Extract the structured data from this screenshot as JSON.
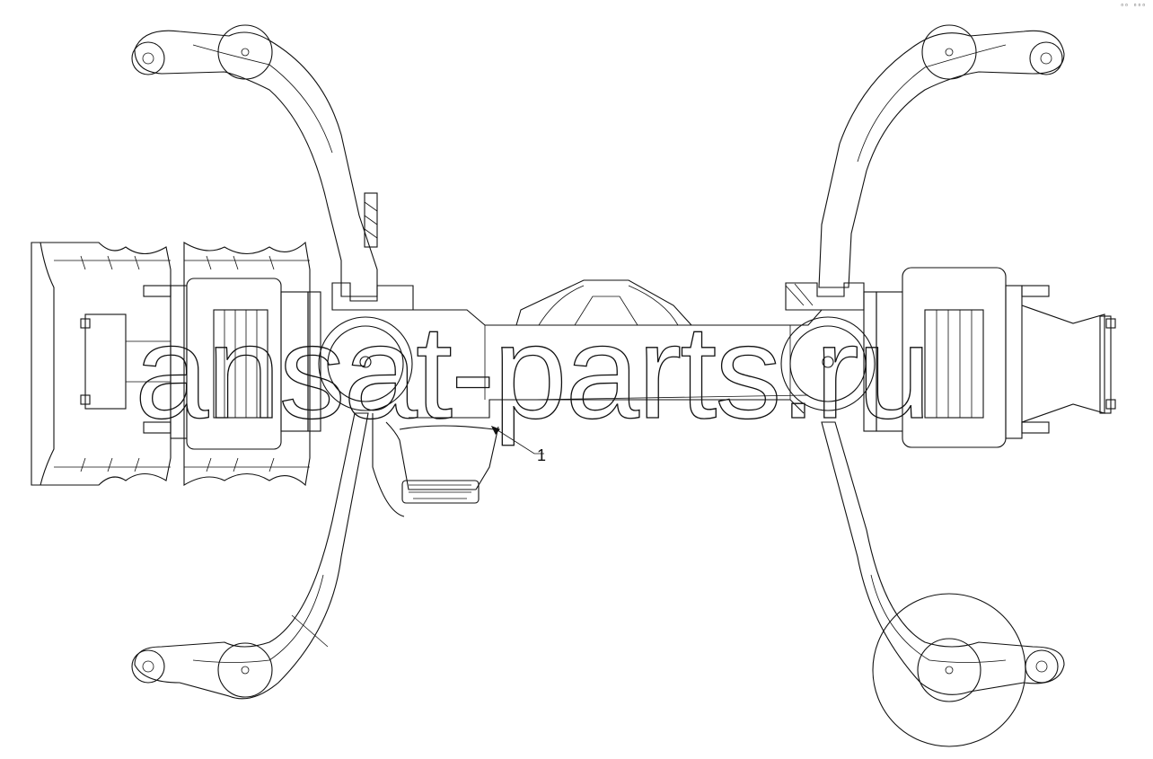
{
  "diagram": {
    "callouts": [
      {
        "id": "1",
        "label": "1"
      }
    ],
    "watermark": "ansat-parts.ru",
    "corner_mark": "▫▫ ▫▫▫",
    "colors": {
      "line": "#111111",
      "background": "#ffffff"
    }
  }
}
